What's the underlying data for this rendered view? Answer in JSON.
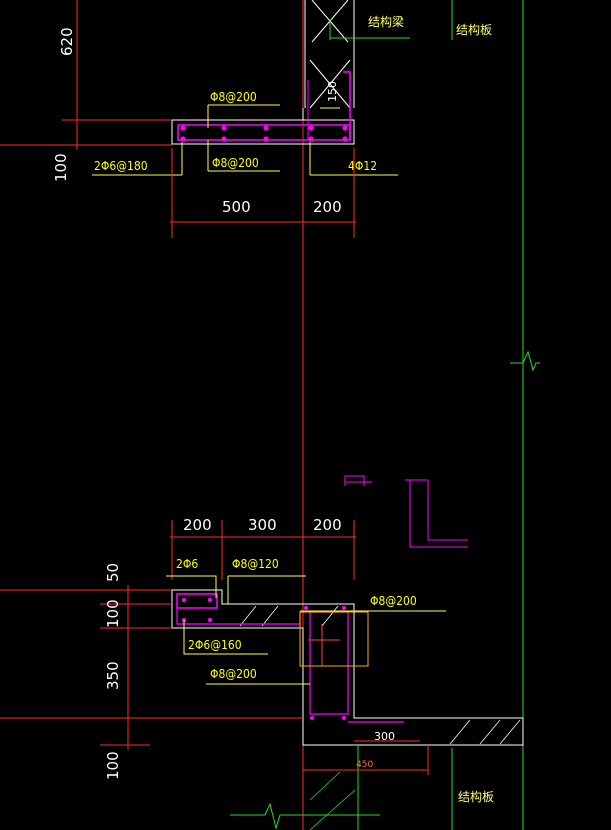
{
  "colors": {
    "background": "#000000",
    "axis_red": "#ff2a2a",
    "boundary_green": "#22dd22",
    "outline_white": "#ffffff",
    "rebar_magenta": "#ff00ff",
    "text_yellow": "#ffff00",
    "leader_yellow": "#ffff44"
  },
  "top_detail": {
    "dim_620": "620",
    "dim_100": "100",
    "dim_150": "150",
    "dim_500": "500",
    "dim_200": "200",
    "label_beam": "结构梁",
    "label_slab": "结构板",
    "rebar_top": "Φ8@200",
    "rebar_bottom": "Φ8@200",
    "rebar_left": "2Φ6@180",
    "rebar_right": "4Φ12"
  },
  "bottom_detail": {
    "dim_200_left": "200",
    "dim_300": "300",
    "dim_200_right": "200",
    "dim_50": "50",
    "dim_100": "100",
    "dim_350": "350",
    "dim_100_bottom": "100",
    "dim_300_inner": "300",
    "dim_450": "450",
    "rebar_2phi6": "2Φ6",
    "rebar_phi8_120": "Φ8@120",
    "rebar_phi8_200_right": "Φ8@200",
    "rebar_2phi6_160": "2Φ6@160",
    "rebar_phi8_200_mid": "Φ8@200",
    "label_slab": "结构板"
  }
}
